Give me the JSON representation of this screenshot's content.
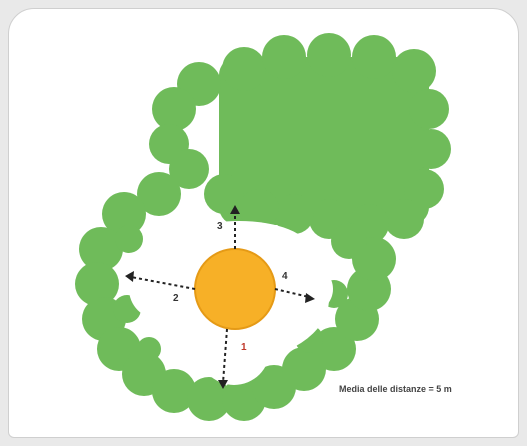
{
  "labels": {
    "arrow1": "1",
    "arrow2": "2",
    "arrow3": "3",
    "arrow4": "4"
  },
  "note": "Media delle distanze = 5 m",
  "colors": {
    "foliage": "#6fbb5a",
    "foliage_light": "#7dc46a",
    "center_fill": "#f7b027",
    "center_stroke": "#e59a16",
    "arrow": "#222222",
    "label1": "#c0392b"
  }
}
